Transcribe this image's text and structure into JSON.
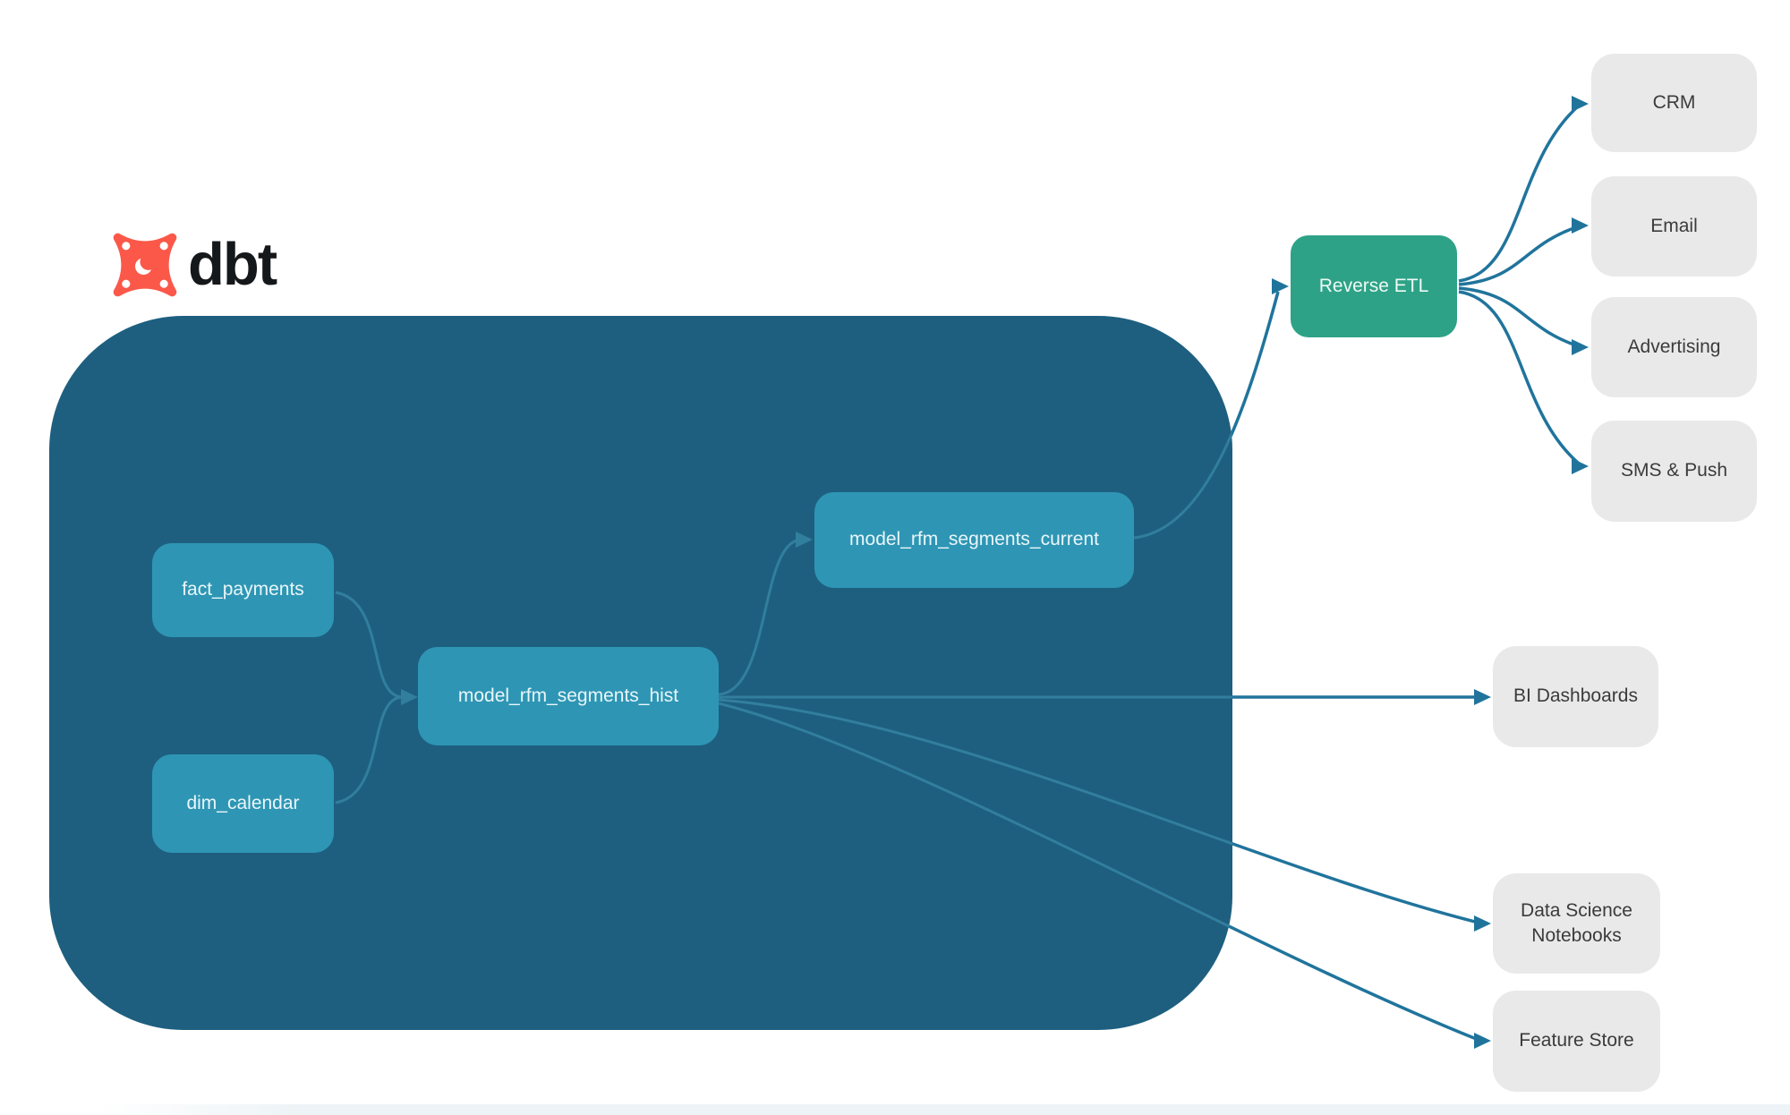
{
  "logo": {
    "text": "dbt",
    "icon": "dbt-pinwheel-icon",
    "icon_color": "#fb5849",
    "text_color": "#15181b"
  },
  "diagram": {
    "nodes": {
      "fact": {
        "label": "fact_payments",
        "kind": "model"
      },
      "dim": {
        "label": "dim_calendar",
        "kind": "model"
      },
      "hist": {
        "label": "model_rfm_segments_hist",
        "kind": "model"
      },
      "current": {
        "label": "model_rfm_segments_current",
        "kind": "model"
      },
      "reverse_etl": {
        "label": "Reverse ETL",
        "kind": "tool"
      },
      "crm": {
        "label": "CRM",
        "kind": "destination"
      },
      "email": {
        "label": "Email",
        "kind": "destination"
      },
      "advertising": {
        "label": "Advertising",
        "kind": "destination"
      },
      "sms_push": {
        "label": "SMS & Push",
        "kind": "destination"
      },
      "bi": {
        "label": "BI Dashboards",
        "kind": "destination"
      },
      "ds": {
        "label": "Data Science Notebooks",
        "kind": "destination"
      },
      "fs": {
        "label": "Feature Store",
        "kind": "destination"
      }
    },
    "edges": [
      {
        "from": "fact_payments",
        "to": "model_rfm_segments_hist"
      },
      {
        "from": "dim_calendar",
        "to": "model_rfm_segments_hist"
      },
      {
        "from": "model_rfm_segments_hist",
        "to": "model_rfm_segments_current"
      },
      {
        "from": "model_rfm_segments_hist",
        "to": "BI Dashboards"
      },
      {
        "from": "model_rfm_segments_hist",
        "to": "Data Science Notebooks"
      },
      {
        "from": "model_rfm_segments_hist",
        "to": "Feature Store"
      },
      {
        "from": "model_rfm_segments_current",
        "to": "Reverse ETL"
      },
      {
        "from": "Reverse ETL",
        "to": "CRM"
      },
      {
        "from": "Reverse ETL",
        "to": "Email"
      },
      {
        "from": "Reverse ETL",
        "to": "Advertising"
      },
      {
        "from": "Reverse ETL",
        "to": "SMS & Push"
      }
    ],
    "colors": {
      "warehouse_container": "#1e5f80",
      "model_node": "#2e96b4",
      "reverse_etl_node": "#2ea287",
      "destination_node": "#e9e9e9",
      "edge_outside": "#20749c",
      "edge_inside": "#327e9d"
    }
  }
}
